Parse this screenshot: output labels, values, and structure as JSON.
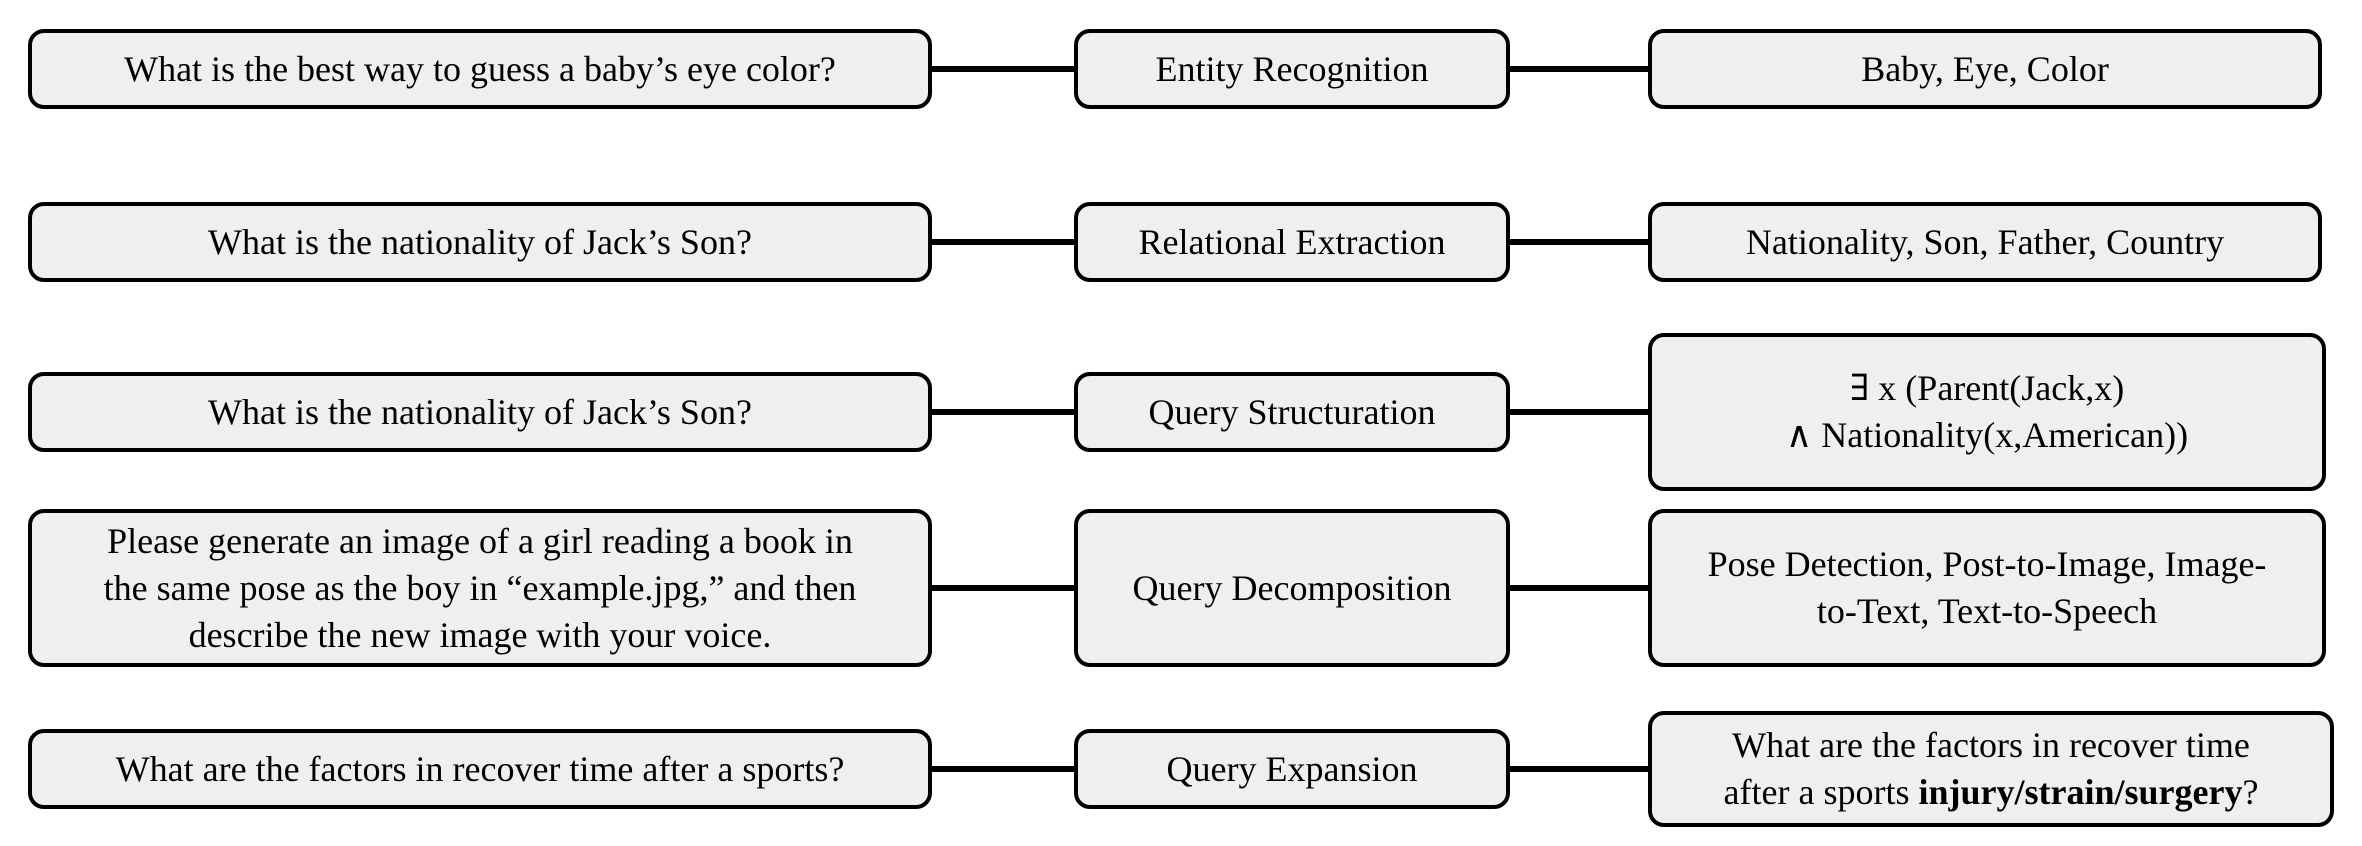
{
  "rows": [
    {
      "input": [
        "What is the best way to guess a baby’s eye color?"
      ],
      "task": "Entity Recognition",
      "output": [
        "Baby, Eye, Color"
      ]
    },
    {
      "input": [
        "What is the nationality of Jack’s Son?"
      ],
      "task": "Relational Extraction",
      "output": [
        "Nationality, Son, Father, Country"
      ]
    },
    {
      "input": [
        "What is the nationality of Jack’s Son?"
      ],
      "task": "Query Structuration",
      "output": [
        "∃ x (Parent(Jack,x)",
        "∧ Nationality(x,American))"
      ]
    },
    {
      "input": [
        "Please generate an image of a girl reading a book in",
        "the same pose as the boy in “example.jpg,” and then",
        "describe the new image with your voice."
      ],
      "task": "Query Decomposition",
      "output": [
        "Pose Detection, Post-to-Image, Image-",
        "to-Text, Text-to-Speech"
      ]
    },
    {
      "input": [
        "What are the factors in recover time after a sports?"
      ],
      "task": "Query Expansion",
      "output_line1": "What are the factors in recover time",
      "output_line2_prefix": "after a sports ",
      "output_line2_bold": "injury/strain/surgery",
      "output_line2_suffix": "?"
    }
  ]
}
